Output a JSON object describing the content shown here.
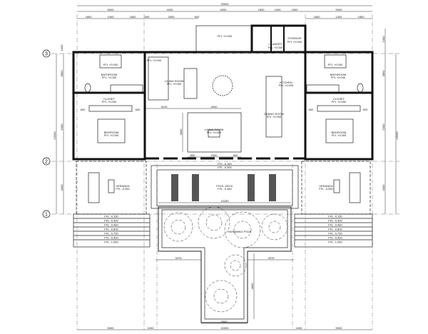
{
  "dimensions": {
    "top_total": "23000",
    "top_row2": [
      "5000",
      "4000",
      "4000",
      "1500",
      "1000",
      "1500",
      "5000"
    ],
    "top_row3": [
      "1800",
      "1400",
      "1800",
      "500",
      "2900",
      "600",
      "1800",
      "1400",
      "1800"
    ],
    "left_total": "13500",
    "left_parts": [
      "1000",
      "3850",
      "5300",
      "4300"
    ],
    "right_total": "13500",
    "right_parts": [
      "1000",
      "3850",
      "5300",
      "4300"
    ],
    "bottom": [
      "5000",
      "1000",
      "10000",
      "1000",
      "5000"
    ],
    "living_width": "4000",
    "living_depth": "3000",
    "living_sub": [
      "800",
      "2400",
      "800"
    ],
    "corridor": "3125",
    "pool_deck_width": "10250",
    "stem_offsets": [
      "3375",
      "3375"
    ],
    "stem_width": "3500",
    "stem_length": "4800",
    "closet_left": [
      "600",
      "600"
    ],
    "closet_right": [
      "600",
      "600"
    ]
  },
  "grid_lines": [
    "3",
    "2",
    "1"
  ],
  "rooms": {
    "entry": {
      "name": "",
      "ffl": "FFL +0.000"
    },
    "laundry": {
      "name": "LAUNDRY",
      "ffl": "FFL +0.000"
    },
    "storage": {
      "name": "STORAGE",
      "ffl": "FFL +0.000"
    },
    "shower_left": {
      "ffl": "FFL +0.000"
    },
    "shower_right": {
      "ffl": "FFL +0.000"
    },
    "bathroom_left": {
      "name": "BATHROOM",
      "ffl": "FFL +0.000"
    },
    "bathroom_right": {
      "name": "BATHROOM",
      "ffl": "FFL +0.000"
    },
    "closet_left": {
      "name": "CLOSET",
      "ffl": "FFL +0.000"
    },
    "closet_right": {
      "name": "CLOSET",
      "ffl": "FFL +0.000"
    },
    "bedroom_left": {
      "name": "BEDROOM",
      "ffl": "FFL +0.000"
    },
    "bedroom_right": {
      "name": "BEDROOM",
      "ffl": "FFL +0.000"
    },
    "living_room_upper": {
      "name": "LIVING ROOM",
      "ffl": "FFL +0.000"
    },
    "living_room": {
      "name": "LIVING ROOM",
      "ffl": "FFL +0.000"
    },
    "kitchen": {
      "name": "KITCHEN",
      "ffl": "FFL +0.000"
    },
    "dining_room": {
      "name": "DINING ROOM",
      "ffl": "FFL +0.000"
    },
    "stair_ffl": "FFL +0.000",
    "veranda_left": {
      "name": "VERANDA",
      "ffl": "FFL -0.050"
    },
    "veranda_right": {
      "name": "VERANDA",
      "ffl": "FFL -0.050"
    },
    "pool_deck": {
      "name": "POOL DECK",
      "ffl": "FFL -0.450"
    },
    "deck_step_ffls": [
      "FFL -0.150",
      "FFL -0.300"
    ],
    "swimming_pool": {
      "name": "SWIMMING POOL"
    }
  },
  "steps_left": [
    "FFL -0.150",
    "FFL -0.300",
    "FFL -0.450",
    "FFL -0.600",
    "FFL -0.750",
    "FFL -0.900",
    "FFL -1.050"
  ],
  "steps_right": [
    "FFL -0.150",
    "FFL -0.300",
    "FFL -0.450",
    "FFL -0.600",
    "FFL -0.750",
    "FFL -0.900",
    "FFL -1.050"
  ]
}
